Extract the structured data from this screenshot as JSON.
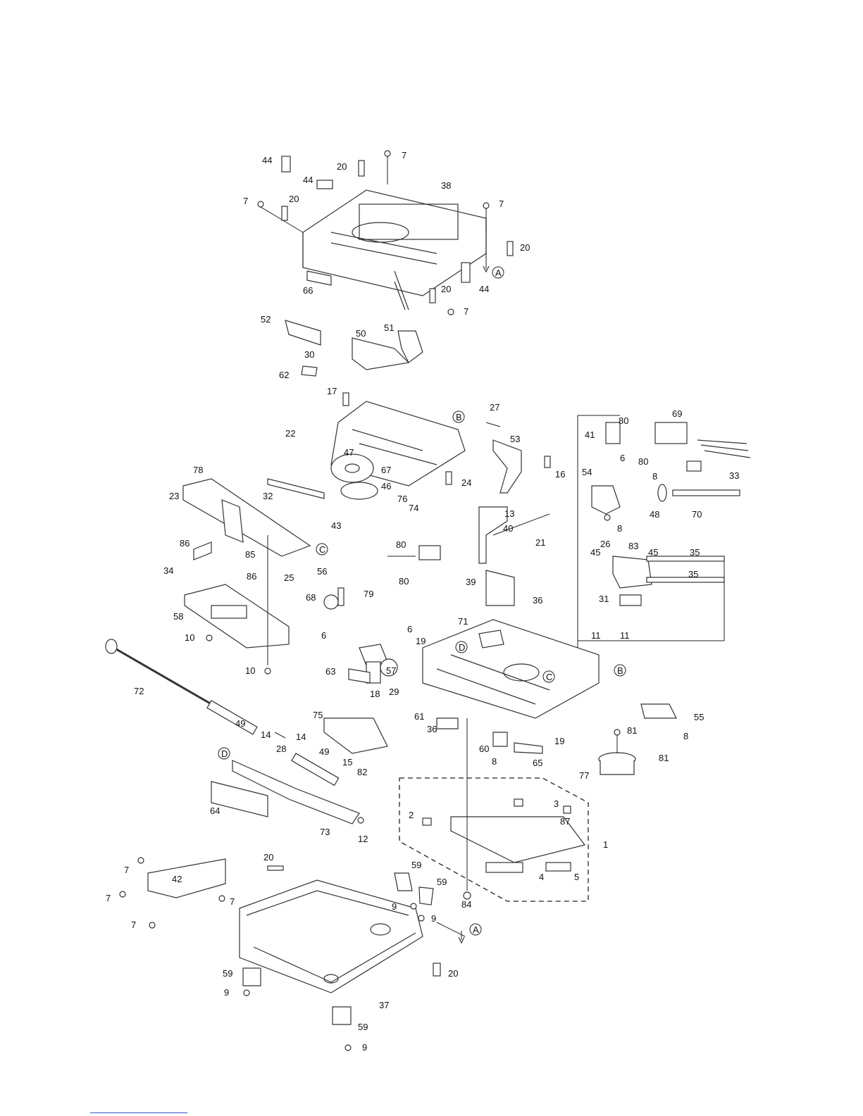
{
  "callouts": [
    {
      "id": "c44a",
      "text": "44"
    },
    {
      "id": "c20a",
      "text": "20"
    },
    {
      "id": "c7a",
      "text": "7"
    },
    {
      "id": "c44b",
      "text": "44"
    },
    {
      "id": "c38",
      "text": "38"
    },
    {
      "id": "c7b",
      "text": "7"
    },
    {
      "id": "c20b",
      "text": "20"
    },
    {
      "id": "c7c",
      "text": "7"
    },
    {
      "id": "c20c",
      "text": "20"
    },
    {
      "id": "cA1",
      "text": "A"
    },
    {
      "id": "c66",
      "text": "66"
    },
    {
      "id": "c20d",
      "text": "20"
    },
    {
      "id": "c44c",
      "text": "44"
    },
    {
      "id": "c7d",
      "text": "7"
    },
    {
      "id": "c52",
      "text": "52"
    },
    {
      "id": "c51",
      "text": "51"
    },
    {
      "id": "c50",
      "text": "50"
    },
    {
      "id": "c30",
      "text": "30"
    },
    {
      "id": "c62",
      "text": "62"
    },
    {
      "id": "c17",
      "text": "17"
    },
    {
      "id": "cB1",
      "text": "B"
    },
    {
      "id": "c27",
      "text": "27"
    },
    {
      "id": "c22",
      "text": "22"
    },
    {
      "id": "c53",
      "text": "53"
    },
    {
      "id": "c47",
      "text": "47"
    },
    {
      "id": "c67",
      "text": "67"
    },
    {
      "id": "c16",
      "text": "16"
    },
    {
      "id": "c46",
      "text": "46"
    },
    {
      "id": "c76",
      "text": "76"
    },
    {
      "id": "c24",
      "text": "24"
    },
    {
      "id": "c32",
      "text": "32"
    },
    {
      "id": "c43",
      "text": "43"
    },
    {
      "id": "c78",
      "text": "78"
    },
    {
      "id": "c23",
      "text": "23"
    },
    {
      "id": "cC1",
      "text": "C"
    },
    {
      "id": "c86a",
      "text": "86"
    },
    {
      "id": "c85",
      "text": "85"
    },
    {
      "id": "c34",
      "text": "34"
    },
    {
      "id": "c86b",
      "text": "86"
    },
    {
      "id": "c25",
      "text": "25"
    },
    {
      "id": "c58",
      "text": "58"
    },
    {
      "id": "c10a",
      "text": "10"
    },
    {
      "id": "c10b",
      "text": "10"
    },
    {
      "id": "c69",
      "text": "69"
    },
    {
      "id": "c80a",
      "text": "80"
    },
    {
      "id": "c41",
      "text": "41"
    },
    {
      "id": "c6a",
      "text": "6"
    },
    {
      "id": "c80b",
      "text": "80"
    },
    {
      "id": "c33",
      "text": "33"
    },
    {
      "id": "c54",
      "text": "54"
    },
    {
      "id": "c8a",
      "text": "8"
    },
    {
      "id": "c48",
      "text": "48"
    },
    {
      "id": "c70",
      "text": "70"
    },
    {
      "id": "c8b",
      "text": "8"
    },
    {
      "id": "c26",
      "text": "26"
    },
    {
      "id": "c13",
      "text": "13"
    },
    {
      "id": "c40",
      "text": "40"
    },
    {
      "id": "c74",
      "text": "74"
    },
    {
      "id": "c21",
      "text": "21"
    },
    {
      "id": "c80c",
      "text": "80"
    },
    {
      "id": "c80d",
      "text": "80"
    },
    {
      "id": "c83",
      "text": "83"
    },
    {
      "id": "c45a",
      "text": "45"
    },
    {
      "id": "c45b",
      "text": "45"
    },
    {
      "id": "c35a",
      "text": "35"
    },
    {
      "id": "c35b",
      "text": "35"
    },
    {
      "id": "c56",
      "text": "56"
    },
    {
      "id": "c39",
      "text": "39"
    },
    {
      "id": "c36a",
      "text": "36"
    },
    {
      "id": "c79",
      "text": "79"
    },
    {
      "id": "c68",
      "text": "68"
    },
    {
      "id": "c31",
      "text": "31"
    },
    {
      "id": "c6b",
      "text": "6"
    },
    {
      "id": "c6c",
      "text": "6"
    },
    {
      "id": "c71",
      "text": "71"
    },
    {
      "id": "c11a",
      "text": "11"
    },
    {
      "id": "c11b",
      "text": "11"
    },
    {
      "id": "c19a",
      "text": "19"
    },
    {
      "id": "cD1",
      "text": "D"
    },
    {
      "id": "c57",
      "text": "57"
    },
    {
      "id": "c63",
      "text": "63"
    },
    {
      "id": "cB2",
      "text": "B"
    },
    {
      "id": "cC2",
      "text": "C"
    },
    {
      "id": "c72",
      "text": "72"
    },
    {
      "id": "c29",
      "text": "29"
    },
    {
      "id": "c18",
      "text": "18"
    },
    {
      "id": "c61",
      "text": "61"
    },
    {
      "id": "c55",
      "text": "55"
    },
    {
      "id": "c75",
      "text": "75"
    },
    {
      "id": "c49a",
      "text": "49"
    },
    {
      "id": "c14a",
      "text": "14"
    },
    {
      "id": "c28",
      "text": "28"
    },
    {
      "id": "c14b",
      "text": "14"
    },
    {
      "id": "c36b",
      "text": "36"
    },
    {
      "id": "c81a",
      "text": "81"
    },
    {
      "id": "c8c",
      "text": "8"
    },
    {
      "id": "c19b",
      "text": "19"
    },
    {
      "id": "c60",
      "text": "60"
    },
    {
      "id": "c81b",
      "text": "81"
    },
    {
      "id": "c8d",
      "text": "8"
    },
    {
      "id": "c65",
      "text": "65"
    },
    {
      "id": "c77",
      "text": "77"
    },
    {
      "id": "c49b",
      "text": "49"
    },
    {
      "id": "c15",
      "text": "15"
    },
    {
      "id": "c82",
      "text": "82"
    },
    {
      "id": "cD2",
      "text": "D"
    },
    {
      "id": "c3",
      "text": "3"
    },
    {
      "id": "c2",
      "text": "2"
    },
    {
      "id": "c87",
      "text": "87"
    },
    {
      "id": "c64",
      "text": "64"
    },
    {
      "id": "c1",
      "text": "1"
    },
    {
      "id": "c73",
      "text": "73"
    },
    {
      "id": "c12",
      "text": "12"
    },
    {
      "id": "c20e",
      "text": "20"
    },
    {
      "id": "c4",
      "text": "4"
    },
    {
      "id": "c5",
      "text": "5"
    },
    {
      "id": "c7e",
      "text": "7"
    },
    {
      "id": "c42",
      "text": "42"
    },
    {
      "id": "c59a",
      "text": "59"
    },
    {
      "id": "c59b",
      "text": "59"
    },
    {
      "id": "c7f",
      "text": "7"
    },
    {
      "id": "c7g",
      "text": "7"
    },
    {
      "id": "c9a",
      "text": "9"
    },
    {
      "id": "c84",
      "text": "84"
    },
    {
      "id": "c9b",
      "text": "9"
    },
    {
      "id": "c7h",
      "text": "7"
    },
    {
      "id": "cA2",
      "text": "A"
    },
    {
      "id": "c59c",
      "text": "59"
    },
    {
      "id": "c20f",
      "text": "20"
    },
    {
      "id": "c9c",
      "text": "9"
    },
    {
      "id": "c37",
      "text": "37"
    },
    {
      "id": "c59d",
      "text": "59"
    },
    {
      "id": "c9d",
      "text": "9"
    }
  ]
}
